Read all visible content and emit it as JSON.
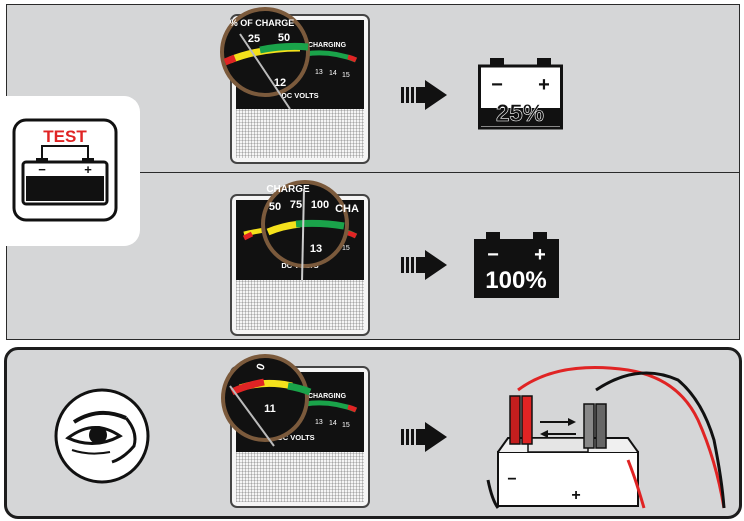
{
  "test_icon": {
    "label": "TEST",
    "minus": "−",
    "plus": "+"
  },
  "meter_1": {
    "scale_text": "% OF CHARGE",
    "tick_25": "25",
    "tick_50": "50",
    "charging": "CHARGING",
    "volts_12": "12",
    "volts_13": "13",
    "volts_14": "14",
    "volts_15": "15",
    "dc_volts": "DC VOLTS"
  },
  "meter_2": {
    "scale_text": "CHARGE",
    "tick_50": "50",
    "tick_75": "75",
    "tick_100": "100",
    "charge_tail": "CHA",
    "volts_13": "13",
    "volts_15": "15",
    "dc_volts": "DC VOLTS"
  },
  "meter_3": {
    "tick_0": "0",
    "volts_11": "11",
    "charging": "CHARGING",
    "volts_13": "13",
    "volts_14": "14",
    "volts_15": "15",
    "dc_volts": "DC VOLTS"
  },
  "result_1": {
    "percent": "25%",
    "minus": "−",
    "plus": "+"
  },
  "result_2": {
    "percent": "100%",
    "minus": "−",
    "plus": "+"
  },
  "battery_clamps": {
    "minus": "−",
    "plus": "+"
  },
  "colors": {
    "panel_bg": "#d5d6d7",
    "meter_face": "#111111",
    "red": "#e02424",
    "yellow": "#f4e11c",
    "green": "#1aa34a"
  }
}
